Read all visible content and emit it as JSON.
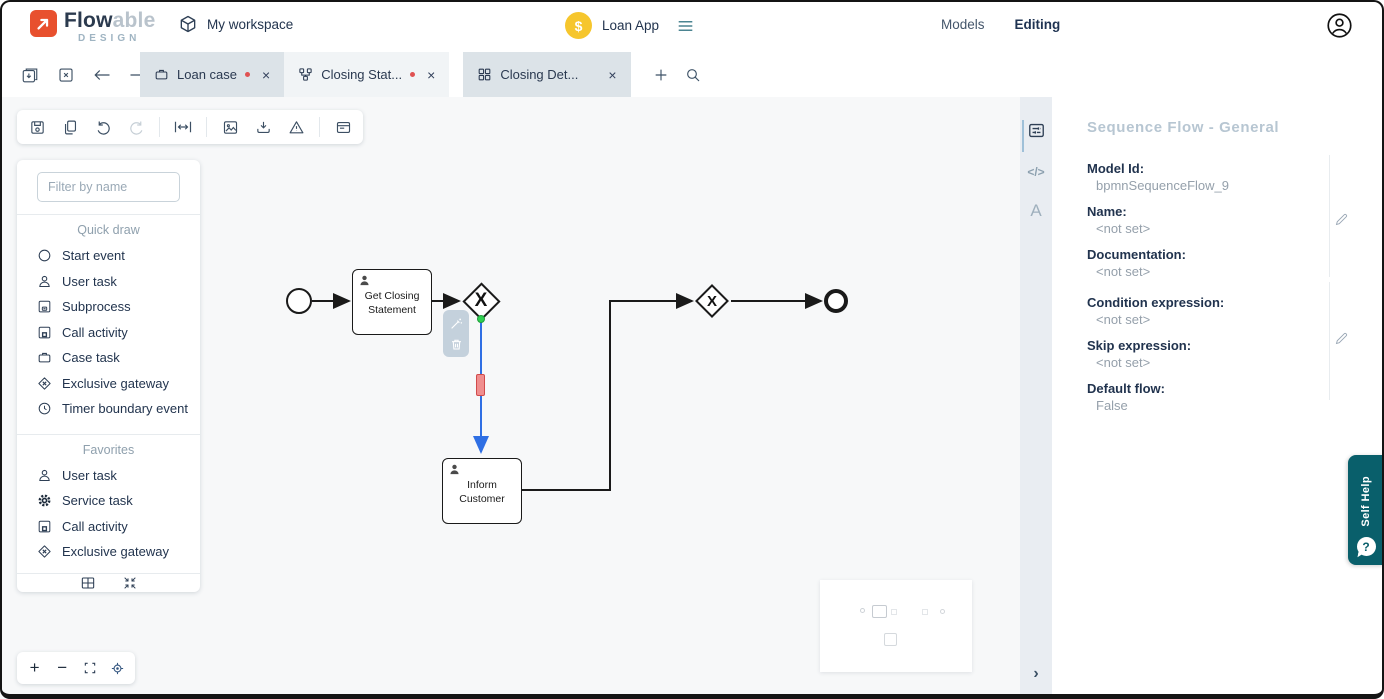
{
  "header": {
    "logo": {
      "word_bold": "Flow",
      "word_light": "able",
      "subtitle": "DESIGN",
      "brand_color": "#e8502e"
    },
    "workspace_label": "My workspace",
    "app_name": "Loan App",
    "app_badge": "$",
    "app_badge_color": "#f6c62d",
    "nav_models": "Models",
    "nav_editing": "Editing"
  },
  "tabbar": {
    "tabs": [
      {
        "label": "Loan case",
        "icon": "case-icon",
        "dirty": true,
        "active": false
      },
      {
        "label": "Closing Stat...",
        "icon": "process-icon",
        "dirty": true,
        "active": true
      },
      {
        "label": "Closing Det...",
        "icon": "form-grid-icon",
        "dirty": false,
        "active": false
      }
    ],
    "close_glyph": "×"
  },
  "palette": {
    "filter_placeholder": "Filter by name",
    "quick_draw_title": "Quick draw",
    "quick_draw": [
      "Start event",
      "User task",
      "Subprocess",
      "Call activity",
      "Case task",
      "Exclusive gateway",
      "Timer boundary event"
    ],
    "favorites_title": "Favorites",
    "favorites": [
      "User task",
      "Service task",
      "Call activity",
      "Exclusive gateway"
    ]
  },
  "canvas": {
    "task1_label": "Get Closing Statement",
    "task2_label": "Inform Customer",
    "gateway_symbol": "X",
    "selected_flow_color": "#2f6fe4",
    "waypoint_handle_color": "#f08e8e",
    "endpoint_dot_color": "#2fd050"
  },
  "side_strip": {
    "code_icon_glyph": "</>",
    "text_icon_glyph": "A",
    "collapse_glyph": "›"
  },
  "properties": {
    "title": "Sequence Flow - General",
    "fields": [
      {
        "label": "Model Id:",
        "value": "bpmnSequenceFlow_9"
      },
      {
        "label": "Name:",
        "value": "<not set>"
      },
      {
        "label": "Documentation:",
        "value": "<not set>"
      },
      {
        "label": "Condition expression:",
        "value": "<not set>"
      },
      {
        "label": "Skip expression:",
        "value": "<not set>"
      },
      {
        "label": "Default flow:",
        "value": "False"
      }
    ]
  },
  "self_help": {
    "label": "Self Help",
    "question_glyph": "?",
    "color": "#095f6b"
  },
  "zoom_controls": {
    "zoom_in": "+",
    "zoom_out": "−"
  }
}
